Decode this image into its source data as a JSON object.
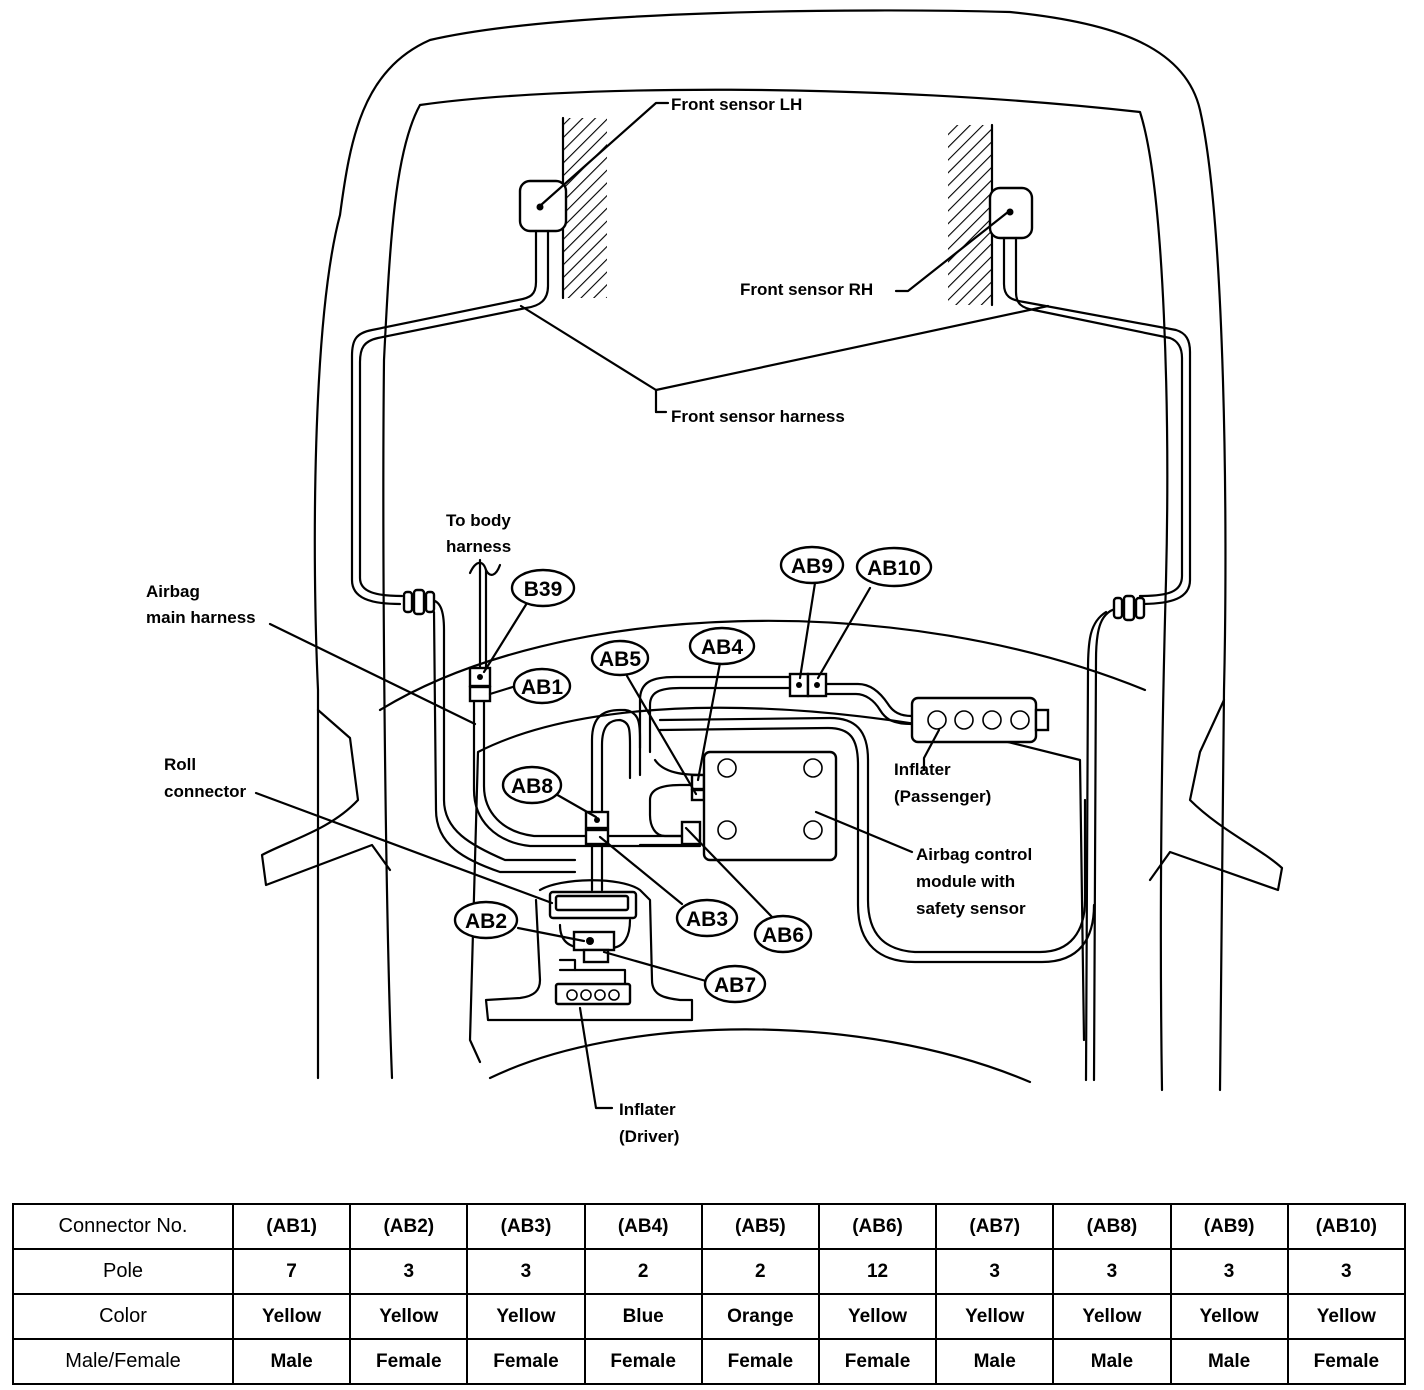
{
  "labels": {
    "front_sensor_lh": "Front sensor LH",
    "front_sensor_rh": "Front sensor RH",
    "front_sensor_harness": "Front sensor harness",
    "to_body_harness": [
      "To body",
      "harness"
    ],
    "airbag_main_harness": [
      "Airbag",
      "main harness"
    ],
    "roll_connector": [
      "Roll",
      "connector"
    ],
    "inflator_passenger": [
      "Inflater",
      "(Passenger)"
    ],
    "airbag_control_module": [
      "Airbag control",
      "module with",
      "safety sensor"
    ],
    "inflator_driver": [
      "Inflater",
      "(Driver)"
    ]
  },
  "connector_tags": {
    "b39": "B39",
    "ab1": "AB1",
    "ab2": "AB2",
    "ab3": "AB3",
    "ab4": "AB4",
    "ab5": "AB5",
    "ab6": "AB6",
    "ab7": "AB7",
    "ab8": "AB8",
    "ab9": "AB9",
    "ab10": "AB10"
  },
  "table": {
    "rows": [
      {
        "header": "Connector No.",
        "cells": [
          "(AB1)",
          "(AB2)",
          "(AB3)",
          "(AB4)",
          "(AB5)",
          "(AB6)",
          "(AB7)",
          "(AB8)",
          "(AB9)",
          "(AB10)"
        ]
      },
      {
        "header": "Pole",
        "cells": [
          "7",
          "3",
          "3",
          "2",
          "2",
          "12",
          "3",
          "3",
          "3",
          "3"
        ]
      },
      {
        "header": "Color",
        "cells": [
          "Yellow",
          "Yellow",
          "Yellow",
          "Blue",
          "Orange",
          "Yellow",
          "Yellow",
          "Yellow",
          "Yellow",
          "Yellow"
        ]
      },
      {
        "header": "Male/Female",
        "cells": [
          "Male",
          "Female",
          "Female",
          "Female",
          "Female",
          "Female",
          "Male",
          "Male",
          "Male",
          "Female"
        ]
      }
    ]
  }
}
